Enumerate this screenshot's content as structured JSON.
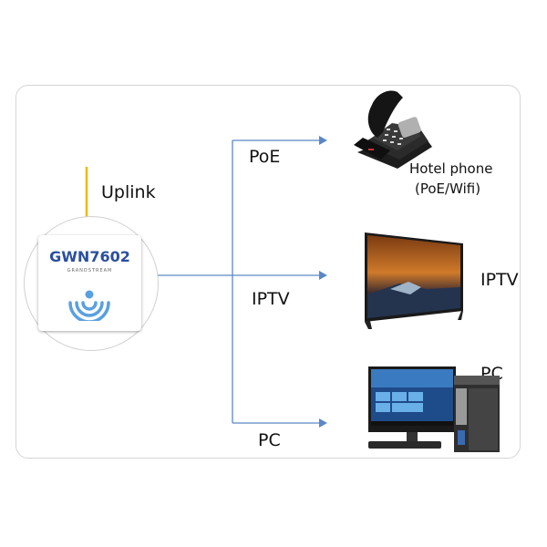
{
  "labels": {
    "uplink": "Uplink",
    "poe": "PoE",
    "iptv_link": "IPTV",
    "pc_link": "PC",
    "hotel_phone_line1": "Hotel phone",
    "hotel_phone_line2": "(PoE/Wifi)",
    "iptv_device": "IPTV",
    "pc_device": "PC"
  },
  "device": {
    "model": "GWN7602",
    "brand": "GRANDSTREAM"
  },
  "colors": {
    "uplink_arrow": "#f2b705",
    "link_lines": "#5b87c5",
    "model_text": "#2a4f9e",
    "wifi_icon": "#5aa0e0"
  },
  "icons": {
    "access_point": "wifi-icon",
    "phone": "hotel-phone-icon",
    "tv": "tv-icon",
    "pc": "pc-icon"
  }
}
